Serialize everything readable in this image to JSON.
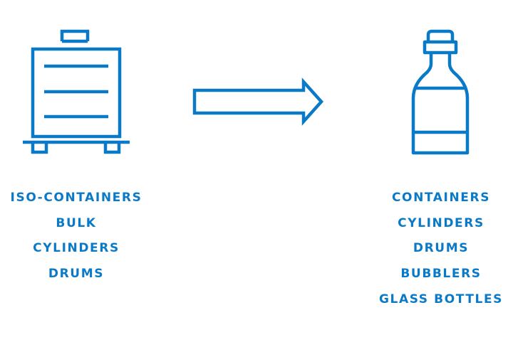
{
  "accent_color": "#0a7ac8",
  "source": {
    "icon": "iso-container-icon",
    "labels": [
      "ISO-CONTAINERS",
      "BULK",
      "CYLINDERS",
      "DRUMS"
    ]
  },
  "flow": {
    "icon": "arrow-right-icon"
  },
  "target": {
    "icon": "bottle-icon",
    "labels": [
      "CONTAINERS",
      "CYLINDERS",
      "DRUMS",
      "BUBBLERS",
      "GLASS BOTTLES"
    ]
  }
}
